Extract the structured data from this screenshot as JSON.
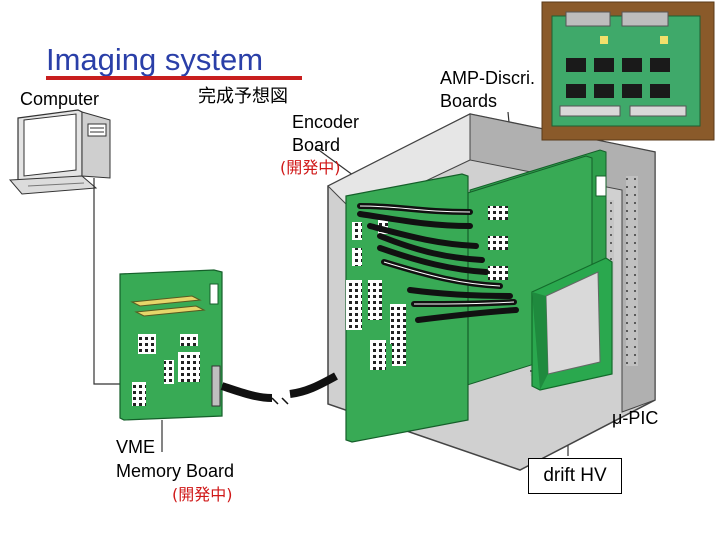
{
  "title": "Imaging system",
  "labels": {
    "computer": "Computer",
    "prediction": "完成予想図",
    "encoder_line1": "Encoder",
    "encoder_line2": "Board",
    "encoder_status": "(開発中)",
    "amp_line1": "AMP-Discri.",
    "amp_line2": "Boards",
    "mu_pic": "μ-PIC",
    "vme_line1": "VME",
    "vme_line2": "Memory Board",
    "vme_status": "(開発中)",
    "drift_hv": "drift HV"
  },
  "colors": {
    "title": "#2a3fa8",
    "underline": "#c81e1e",
    "status_text": "#d01818",
    "board_green": "#2f9f4c",
    "board_dark": "#1f6e34",
    "crate_gray": "#b9b9b9",
    "cable": "#1a1a1a"
  },
  "icons": {
    "computer": "computer-icon",
    "photo": "amp-board-photo"
  }
}
